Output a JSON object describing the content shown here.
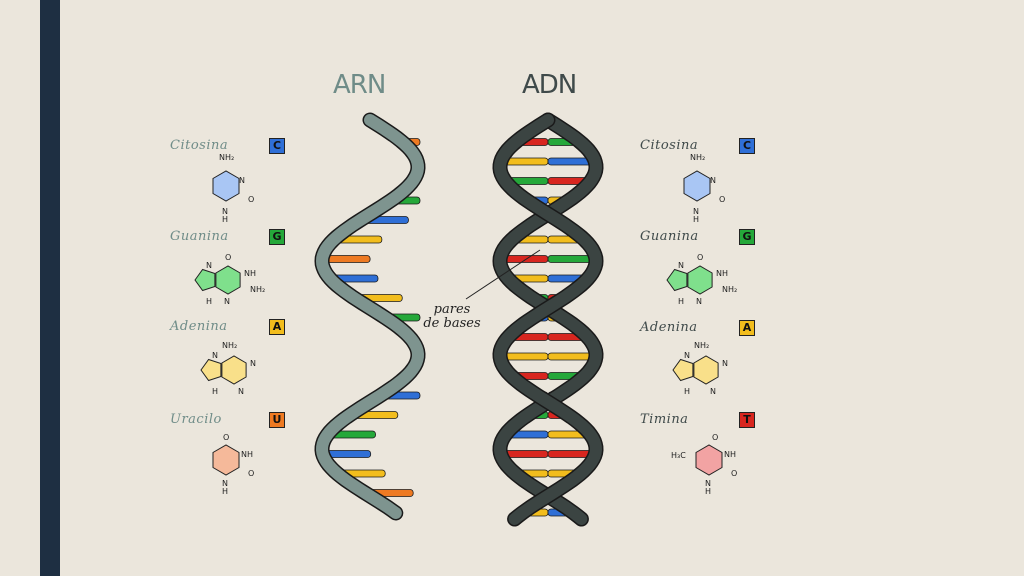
{
  "titles": {
    "rna": "ARN",
    "dna": "ADN"
  },
  "rna_bases": [
    {
      "name": "Citosina",
      "letter": "C",
      "color": "#2f6fd6",
      "ring": "#a9c6f4"
    },
    {
      "name": "Guanina",
      "letter": "G",
      "color": "#25a83a",
      "ring": "#7fe08c"
    },
    {
      "name": "Adenina",
      "letter": "A",
      "color": "#f2bd1d",
      "ring": "#f9e08a"
    },
    {
      "name": "Uracilo",
      "letter": "U",
      "color": "#ee7a22",
      "ring": "#f5b99a"
    }
  ],
  "dna_bases": [
    {
      "name": "Citosina",
      "letter": "C",
      "color": "#2f6fd6",
      "ring": "#a9c6f4"
    },
    {
      "name": "Guanina",
      "letter": "G",
      "color": "#25a83a",
      "ring": "#7fe08c"
    },
    {
      "name": "Adenina",
      "letter": "A",
      "color": "#f2bd1d",
      "ring": "#f9e08a"
    },
    {
      "name": "Timina",
      "letter": "T",
      "color": "#d8261f",
      "ring": "#f2a3a3"
    }
  ],
  "labels": {
    "pairs_line1": "pares",
    "pairs_line2": "de bases"
  },
  "molecule_text": {
    "nh2": "NH₂",
    "n": "N",
    "nh": "NH",
    "h": "H",
    "o": "O",
    "h3c": "H₃C"
  },
  "colors": {
    "rna_strand": "#7e948f",
    "dna_strand": "#3b4442",
    "rna_title": "#6f8c88",
    "dna_title": "#3f4a4a",
    "sidebar": "#1e2f42",
    "background": "#ebe6dc"
  }
}
